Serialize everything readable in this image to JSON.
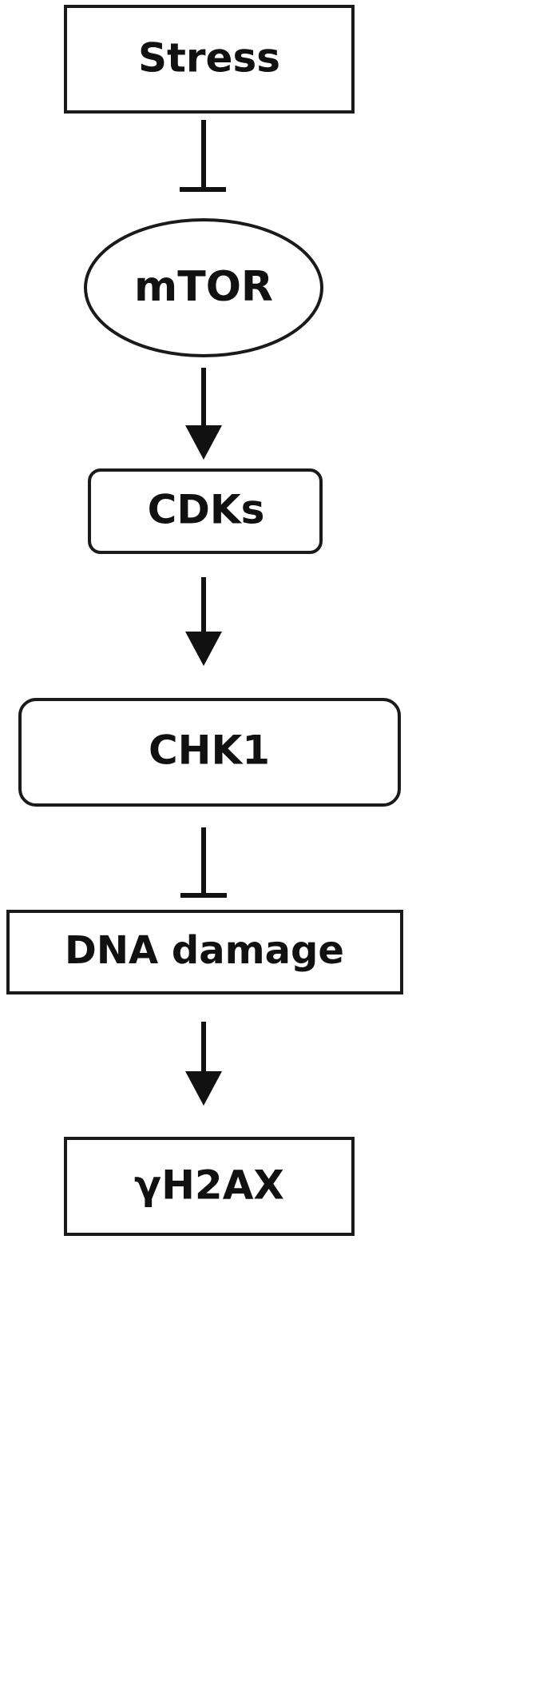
{
  "diagram": {
    "type": "signaling-pathway",
    "nodes": [
      {
        "id": "stress",
        "label": "Stress",
        "shape": "rectangle"
      },
      {
        "id": "mtor",
        "label": "mTOR",
        "shape": "ellipse"
      },
      {
        "id": "cdks",
        "label": "CDKs",
        "shape": "rounded-rectangle"
      },
      {
        "id": "chk1",
        "label": "CHK1",
        "shape": "rounded-rectangle"
      },
      {
        "id": "dna_damage",
        "label": "DNA damage",
        "shape": "rectangle"
      },
      {
        "id": "h2ax",
        "label": "γH2AX",
        "shape": "rectangle"
      }
    ],
    "edges": [
      {
        "from": "stress",
        "to": "mtor",
        "type": "inhibition"
      },
      {
        "from": "mtor",
        "to": "cdks",
        "type": "activation"
      },
      {
        "from": "cdks",
        "to": "chk1",
        "type": "activation"
      },
      {
        "from": "chk1",
        "to": "dna_damage",
        "type": "inhibition"
      },
      {
        "from": "dna_damage",
        "to": "h2ax",
        "type": "activation"
      }
    ],
    "colors": {
      "stroke": "#1a1a1a",
      "text": "#111111",
      "fill": "#ffffff"
    }
  }
}
